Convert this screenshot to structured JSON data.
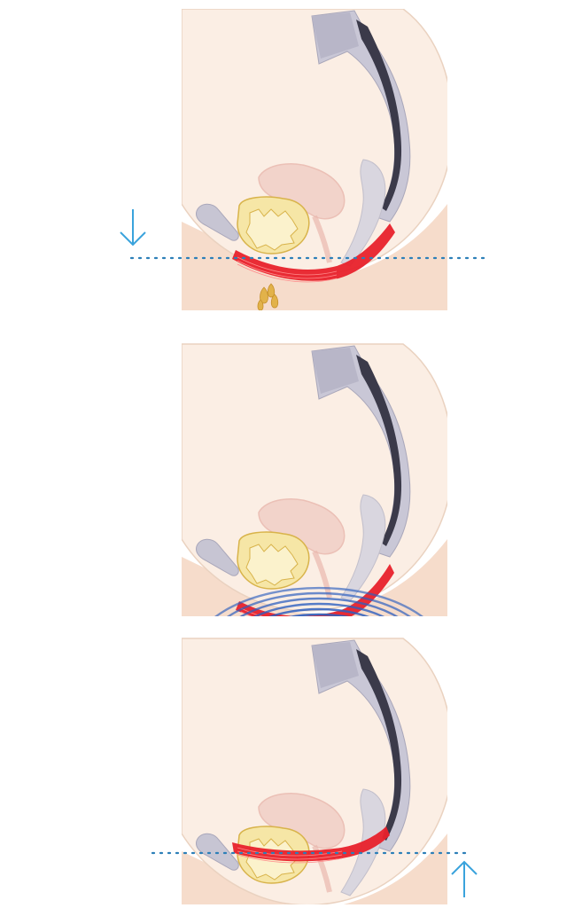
{
  "colors": {
    "background": "#ffffff",
    "body_fill": "#fbeee4",
    "body_edge": "#f4d9c8",
    "skin_outline": "#ead2c0",
    "thigh_fill": "#f6dccb",
    "sacrum": "#c9c7d6",
    "sacrum_dark": "#3b3a4a",
    "pelvic_bone": "#c7c5d3",
    "bladder_fill": "#f6e6a6",
    "bladder_inner": "#fbf2cc",
    "bladder_outline": "#d8b34a",
    "uterus": "#f1cfc6",
    "uterus_line": "#e9b8ae",
    "rectum": "#d9d6df",
    "pelvic_floor_muscle": "#e8212b",
    "dotted_line": "#2c7fb8",
    "arrow": "#3aa3dc",
    "urine_drops": "#e2b24a",
    "wave": "#2d5fbf"
  },
  "panels": [
    {
      "name": "weak-pelvic-floor",
      "arrow": "down",
      "muscle_state": "sagging",
      "shows_leakage": true,
      "shows_waves": false
    },
    {
      "name": "stimulation",
      "arrow": "none",
      "muscle_state": "stimulated",
      "shows_leakage": false,
      "shows_waves": true
    },
    {
      "name": "strengthened-pelvic-floor",
      "arrow": "up",
      "muscle_state": "lifted",
      "shows_leakage": false,
      "shows_waves": false
    }
  ]
}
